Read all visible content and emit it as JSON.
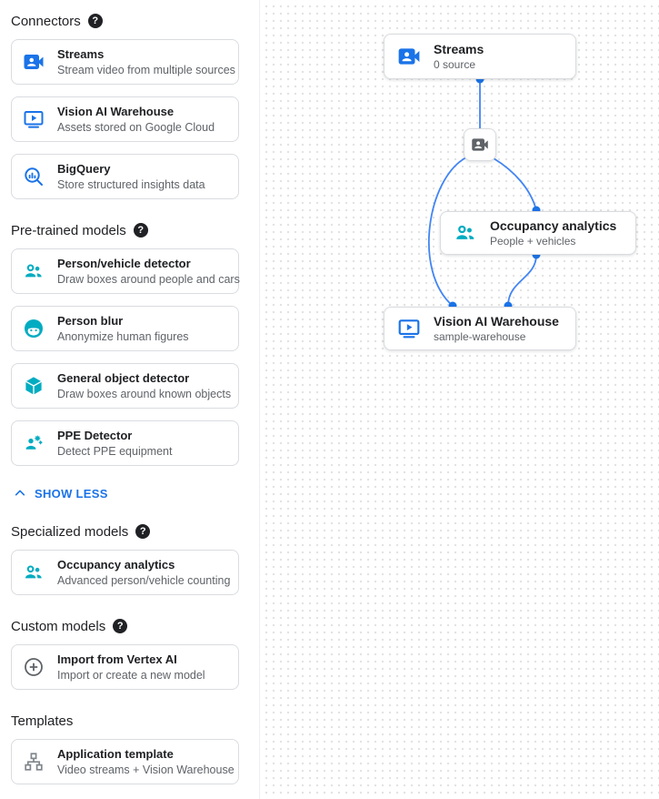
{
  "sidebar": {
    "sections": [
      {
        "title": "Connectors",
        "has_help": true,
        "items": [
          {
            "icon": "video-camera-front-icon",
            "title": "Streams",
            "subtitle": "Stream video from multiple sources"
          },
          {
            "icon": "monitor-play-icon",
            "title": "Vision AI Warehouse",
            "subtitle": "Assets stored on Google Cloud"
          },
          {
            "icon": "magnifier-chart-icon",
            "title": "BigQuery",
            "subtitle": "Store structured insights data"
          }
        ]
      },
      {
        "title": "Pre-trained models",
        "has_help": true,
        "items": [
          {
            "icon": "people-icon",
            "title": "Person/vehicle detector",
            "subtitle": "Draw boxes around people and cars"
          },
          {
            "icon": "face-icon",
            "title": "Person blur",
            "subtitle": "Anonymize human figures"
          },
          {
            "icon": "cube-icon",
            "title": "General object detector",
            "subtitle": "Draw boxes around known objects"
          },
          {
            "icon": "person-gear-icon",
            "title": "PPE Detector",
            "subtitle": "Detect PPE equipment"
          }
        ]
      },
      {
        "title": "Specialized models",
        "has_help": true,
        "items": [
          {
            "icon": "people-icon",
            "title": "Occupancy analytics",
            "subtitle": "Advanced person/vehicle counting"
          }
        ]
      },
      {
        "title": "Custom models",
        "has_help": true,
        "items": [
          {
            "icon": "plus-circle-icon",
            "title": "Import from Vertex AI",
            "subtitle": "Import or create a new model"
          }
        ]
      },
      {
        "title": "Templates",
        "has_help": false,
        "items": [
          {
            "icon": "org-chart-icon",
            "title": "Application template",
            "subtitle": "Video streams + Vision Warehouse"
          }
        ]
      }
    ],
    "show_less_label": "SHOW LESS"
  },
  "canvas": {
    "nodes": {
      "streams": {
        "title": "Streams",
        "subtitle": "0 source",
        "icon": "video-camera-front-icon"
      },
      "mini": {
        "icon": "video-camera-front-icon"
      },
      "occupancy": {
        "title": "Occupancy analytics",
        "subtitle": "People + vehicles",
        "icon": "people-icon"
      },
      "warehouse": {
        "title": "Vision AI Warehouse",
        "subtitle": "sample-warehouse",
        "icon": "monitor-play-icon"
      }
    }
  },
  "icons": {
    "help": "help-icon (dark filled circle with white question mark)",
    "show_less": "chevron-up-icon"
  },
  "colors": {
    "accent_blue": "#1a73e8",
    "edge_blue": "#4285f4",
    "model_teal": "#00acc1",
    "icon_gray": "#5f6368",
    "border_gray": "#dadce0",
    "text_dark": "#202124",
    "text_gray": "#5f6368"
  }
}
